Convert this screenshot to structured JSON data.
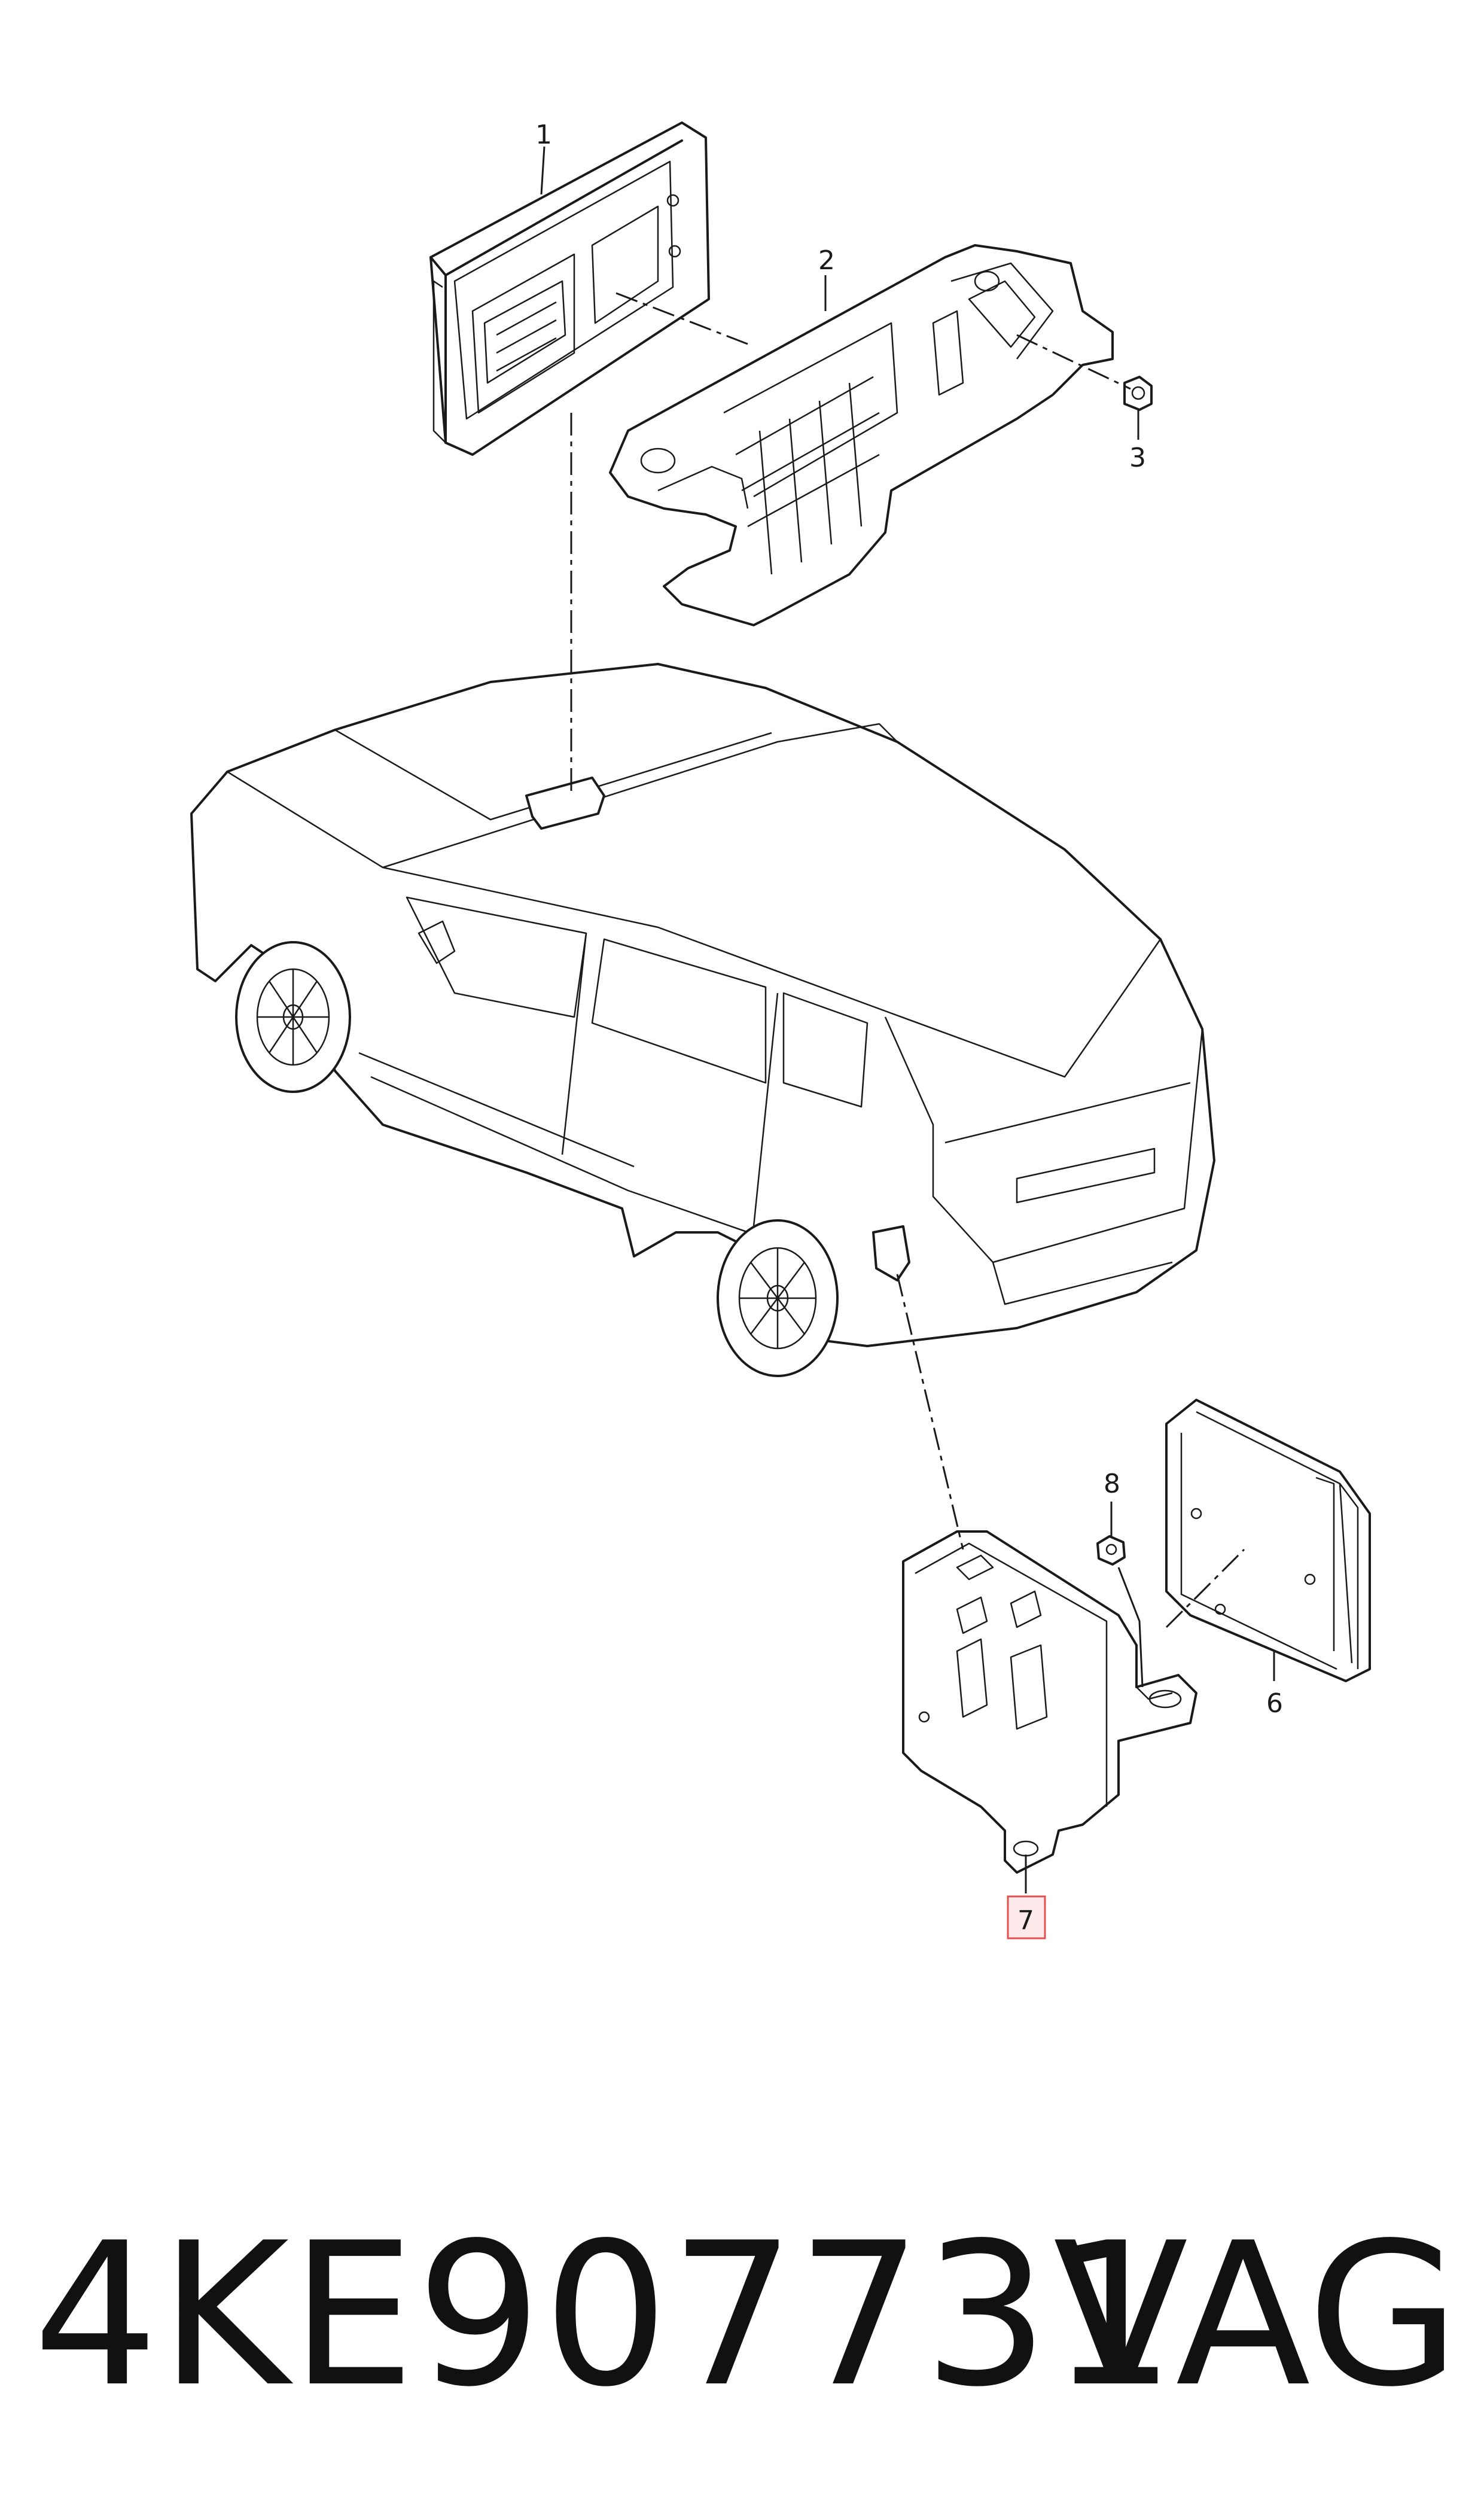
{
  "parts": {
    "p1": "1",
    "p2": "2",
    "p3": "3",
    "p6": "6",
    "p7": "7",
    "p8": "8"
  },
  "highlight_color": "#e05050",
  "footer": {
    "part_number": "4KE907731",
    "brand": "VAG"
  }
}
